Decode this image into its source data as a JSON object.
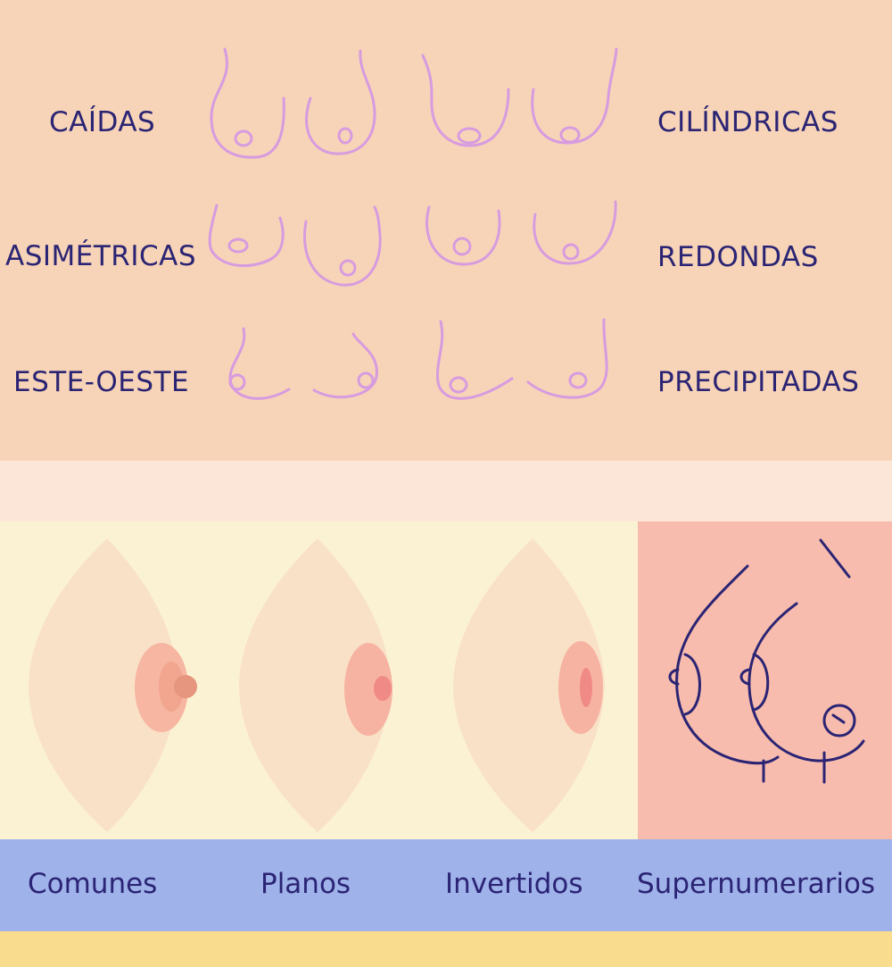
{
  "shapes": {
    "left": [
      "CAÍDAS",
      "ASIMÉTRICAS",
      "ESTE-OESTE"
    ],
    "right": [
      "CILÍNDRICAS",
      "REDONDAS",
      "PRECIPITADAS"
    ]
  },
  "nipple_types": [
    "Comunes",
    "Planos",
    "Invertidos",
    "Supernumerarios"
  ],
  "colors": {
    "top_bg": "#f7d4b7",
    "line_purple": "#d79be0",
    "text_navy": "#2b2474",
    "nipple_bg": "#fbf2d4",
    "extra_bg": "#f7bcad",
    "label_band": "#9fb2ea",
    "bottom_band": "#f9dc8e"
  }
}
